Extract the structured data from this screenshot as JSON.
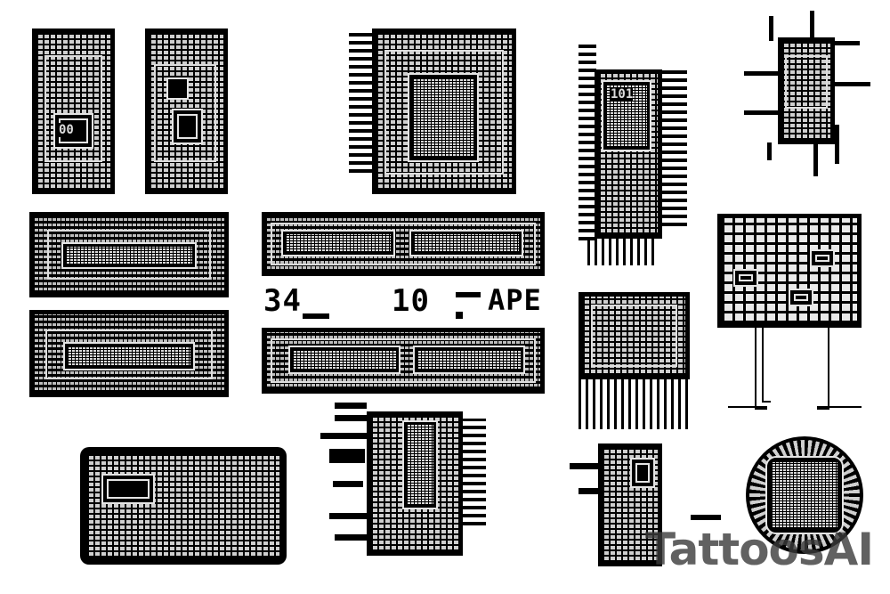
{
  "designs": {
    "chip_label_1": "00",
    "chip_label_2": "101",
    "fragment_text_1": "34",
    "fragment_text_2": "10",
    "fragment_text_3": "APE"
  },
  "watermark": {
    "text": "TattoosAI"
  },
  "colors": {
    "ink": "#000000",
    "paper": "#ffffff",
    "line": "#dddddd"
  }
}
